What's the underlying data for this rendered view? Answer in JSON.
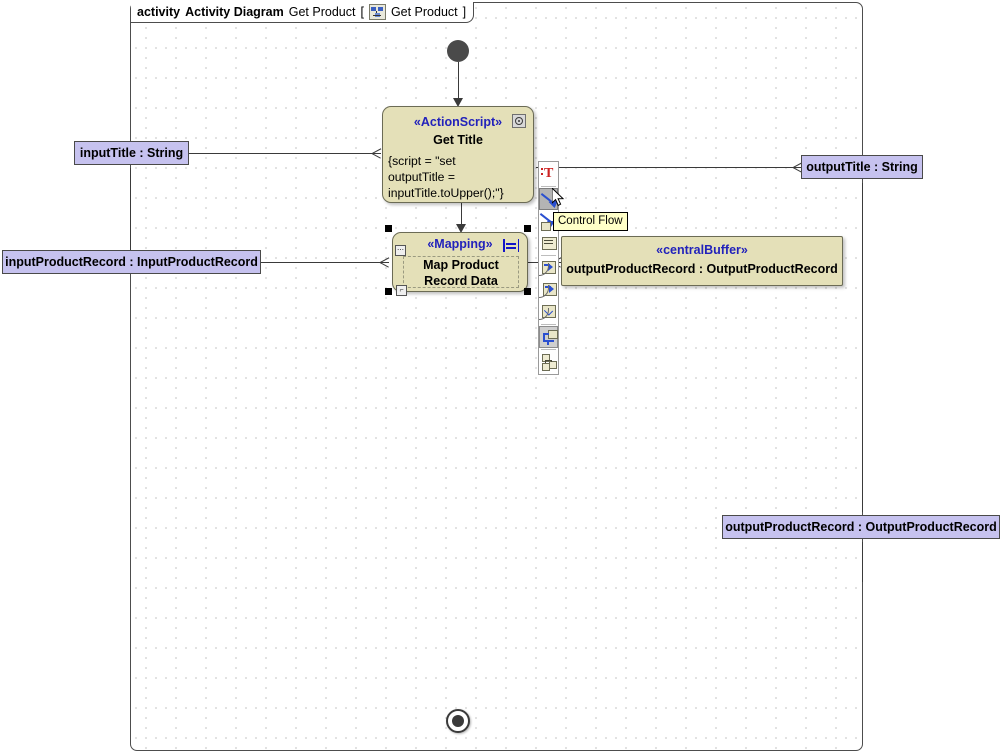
{
  "frame": {
    "keyword": "activity",
    "type_label": "Activity Diagram",
    "name": "Get Product",
    "bracket_open": "[",
    "icon": "activity-partition-icon",
    "qualifier": "Get Product",
    "bracket_close": "]"
  },
  "nodes": {
    "initial": {
      "name": "initial-node"
    },
    "final": {
      "name": "activity-final-node"
    },
    "get_title": {
      "stereotype": "«ActionScript»",
      "name": "Get Title",
      "script_lines": [
        "{script = \"set",
        "outputTitle =",
        "inputTitle.toUpper();\"}"
      ],
      "corner_icon": "action-script-icon"
    },
    "map_product": {
      "stereotype": "«Mapping»",
      "name_lines": [
        "Map Product",
        "Record Data"
      ],
      "corner_icon": "mapping-equals-icon",
      "selected": true
    },
    "central_buffer": {
      "stereotype": "«centralBuffer»",
      "label": "outputProductRecord : OutputProductRecord"
    }
  },
  "parameters": {
    "input_title": "inputTitle : String",
    "input_product_record": "inputProductRecord : InputProductRecord",
    "output_title": "outputTitle : String",
    "output_product_record": "outputProductRecord : OutputProductRecord"
  },
  "palette": {
    "items": [
      {
        "name": "text-tool",
        "icon": "text-T-icon",
        "selected": false
      },
      {
        "name": "control-flow-tool",
        "icon": "control-flow-arrow-icon",
        "selected": true
      },
      {
        "name": "object-flow-tool",
        "icon": "object-flow-arrow-icon",
        "selected": false
      },
      {
        "name": "note-tool",
        "icon": "note-icon",
        "selected": false
      },
      {
        "name": "send-signal-tool",
        "icon": "send-signal-icon",
        "selected": false
      },
      {
        "name": "accept-event-tool",
        "icon": "accept-event-icon",
        "selected": false
      },
      {
        "name": "time-event-tool",
        "icon": "time-event-icon",
        "selected": false
      },
      {
        "name": "pin-tool",
        "icon": "pin-icon",
        "selected": false
      },
      {
        "name": "structured-node-tool",
        "icon": "structured-node-icon",
        "selected": false
      }
    ]
  },
  "tooltip": {
    "text": "Control Flow"
  },
  "colors": {
    "activity_fill": "#e4e0b8",
    "param_fill": "#c6c2ef",
    "stereotype_text": "#2222bb",
    "tooltip_fill": "#ffffc8",
    "line": "#3a3a3a"
  }
}
